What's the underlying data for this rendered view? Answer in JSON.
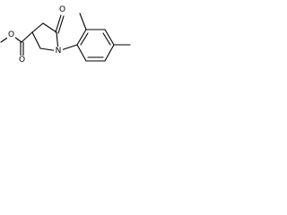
{
  "diagram": {
    "atoms": [
      {
        "id": "ring_o",
        "label": "O"
      },
      {
        "id": "ring_n",
        "label": "N"
      },
      {
        "id": "ester_o_carbonyl",
        "label": "O"
      },
      {
        "id": "ester_o_single",
        "label": "O"
      }
    ],
    "colors": {
      "bond": "#000000",
      "label": "#000000",
      "background": "#ffffff"
    }
  }
}
